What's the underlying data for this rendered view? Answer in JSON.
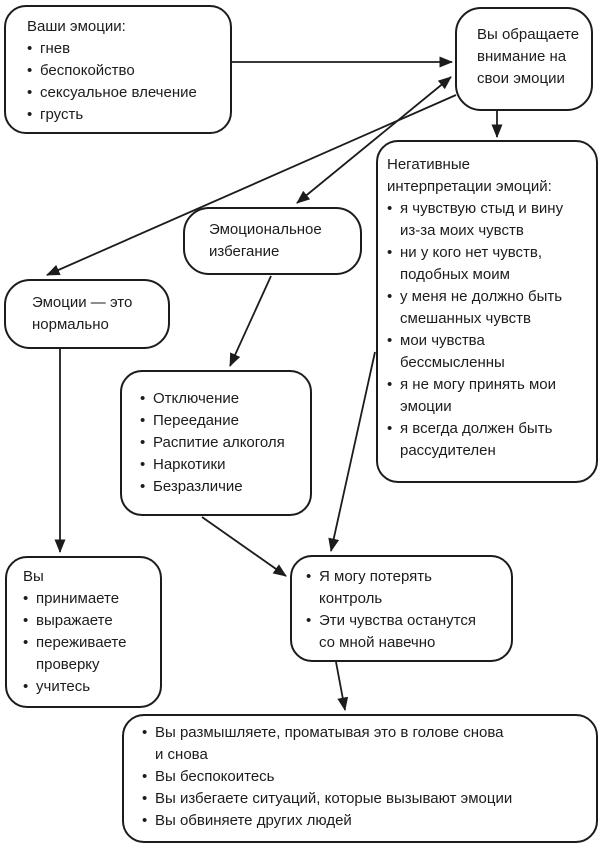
{
  "diagram": {
    "colors": {
      "stroke": "#1c1c1c",
      "background": "#ffffff",
      "text": "#1c1c1c"
    },
    "boxes": {
      "your_emotions": {
        "title": "Ваши эмоции:",
        "items": [
          "гнев",
          "беспокойство",
          "сексуальное влечение",
          "грусть"
        ]
      },
      "attention": {
        "text": "Вы обращаете\nвнимание на\nсвои эмоции"
      },
      "negative_interpretations": {
        "title": "Негативные\nинтерпретации эмоций:",
        "items": [
          "я чувствую стыд и вину\nиз-за моих чувств",
          "ни у кого нет чувств,\nподобных моим",
          "у меня не должно быть\nсмешанных чувств",
          "мои чувства\nбессмысленны",
          "я не могу принять мои\nэмоции",
          "я всегда должен быть\nрассудителен"
        ]
      },
      "emotional_avoidance": {
        "text": "Эмоциональное\nизбегание"
      },
      "emotions_are_normal": {
        "text": "Эмоции — это\nнормально"
      },
      "avoidance_behaviors": {
        "items": [
          "Отключение",
          "Переедание",
          "Распитие алкоголя",
          "Наркотики",
          "Безразличие"
        ]
      },
      "acceptance": {
        "title": "Вы",
        "items": [
          "принимаете",
          "выражаете",
          "переживаете\nпроверку",
          "учитесь"
        ]
      },
      "loss_of_control": {
        "items": [
          "Я могу потерять\nконтроль",
          "Эти чувства останутся\nсо мной навечно"
        ]
      },
      "consequences": {
        "items": [
          "Вы размышляете, проматывая это в голове снова\nи снова",
          "Вы беспокоитесь",
          "Вы избегаете ситуаций, которые вызывают эмоции",
          "Вы обвиняете других людей"
        ]
      }
    },
    "relations": [
      {
        "from": "your_emotions",
        "to": "attention",
        "bidirectional": false
      },
      {
        "from": "attention",
        "to": "negative_interpretations",
        "bidirectional": false
      },
      {
        "from": "attention",
        "to": "emotional_avoidance",
        "bidirectional": true
      },
      {
        "from": "attention",
        "to": "emotions_are_normal",
        "bidirectional": false
      },
      {
        "from": "emotional_avoidance",
        "to": "avoidance_behaviors",
        "bidirectional": false
      },
      {
        "from": "emotions_are_normal",
        "to": "acceptance",
        "bidirectional": false
      },
      {
        "from": "avoidance_behaviors",
        "to": "loss_of_control",
        "bidirectional": false
      },
      {
        "from": "negative_interpretations",
        "to": "loss_of_control",
        "bidirectional": false
      },
      {
        "from": "loss_of_control",
        "to": "consequences",
        "bidirectional": false
      }
    ]
  }
}
